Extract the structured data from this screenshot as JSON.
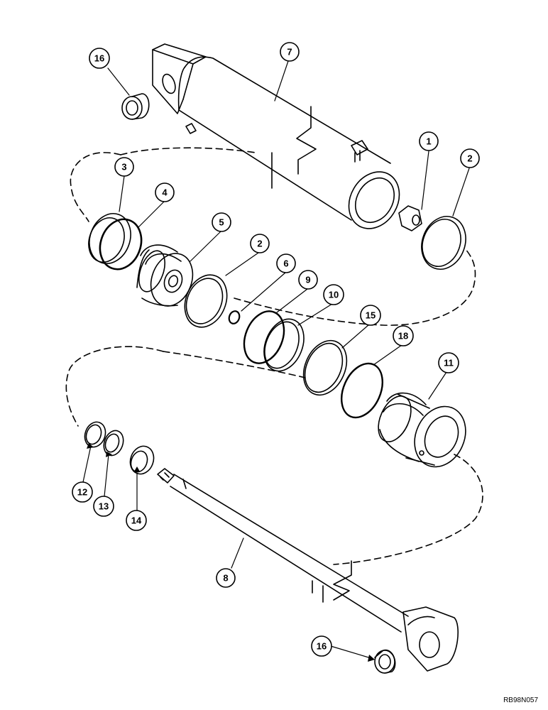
{
  "diagram": {
    "reference_code": "RB98N057",
    "colors": {
      "line": "#000000",
      "paper": "#ffffff"
    },
    "callouts": [
      {
        "id": "callout-16-top",
        "label": "16"
      },
      {
        "id": "callout-7",
        "label": "7"
      },
      {
        "id": "callout-1",
        "label": "1"
      },
      {
        "id": "callout-2-right",
        "label": "2"
      },
      {
        "id": "callout-3",
        "label": "3"
      },
      {
        "id": "callout-4",
        "label": "4"
      },
      {
        "id": "callout-5",
        "label": "5"
      },
      {
        "id": "callout-2-mid",
        "label": "2"
      },
      {
        "id": "callout-6",
        "label": "6"
      },
      {
        "id": "callout-9",
        "label": "9"
      },
      {
        "id": "callout-10",
        "label": "10"
      },
      {
        "id": "callout-15",
        "label": "15"
      },
      {
        "id": "callout-18",
        "label": "18"
      },
      {
        "id": "callout-11",
        "label": "11"
      },
      {
        "id": "callout-12",
        "label": "12"
      },
      {
        "id": "callout-13",
        "label": "13"
      },
      {
        "id": "callout-14",
        "label": "14"
      },
      {
        "id": "callout-8",
        "label": "8"
      },
      {
        "id": "callout-16-bottom",
        "label": "16"
      }
    ]
  }
}
